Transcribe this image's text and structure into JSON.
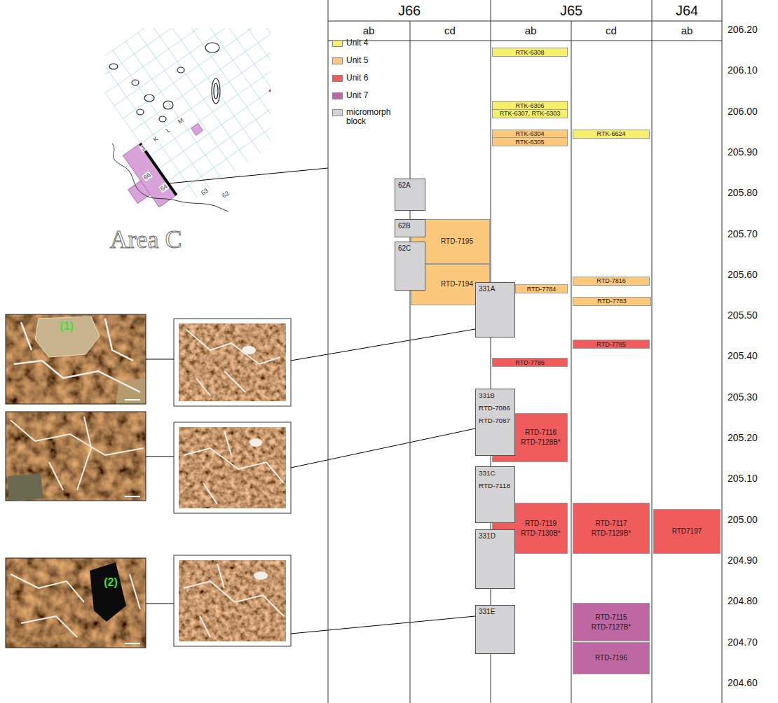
{
  "diagram": {
    "nodes": [
      {
        "text": [
          "RTK-6308"
        ]
      },
      {
        "text": [
          "RTK-6306"
        ]
      },
      {
        "text": [
          "RTK-6307, RTK-6303"
        ]
      },
      {
        "text": [
          "RTK-6304"
        ]
      },
      {
        "text": [
          "RTK-6624"
        ]
      },
      {
        "text": [
          "RTK-6305"
        ]
      },
      {
        "text": [
          "62A"
        ]
      },
      {
        "text": [
          "62B"
        ]
      },
      {
        "text": [
          "RTD-7195"
        ]
      },
      {
        "text": [
          "62C"
        ]
      },
      {
        "text": [
          "RTD-7194"
        ]
      },
      {
        "text": [
          "RTD-7816"
        ]
      },
      {
        "text": [
          "331A"
        ]
      },
      {
        "text": [
          "RTD-7784"
        ]
      },
      {
        "text": [
          "RTD-7783"
        ]
      },
      {
        "text": [
          "RTD-7785"
        ]
      },
      {
        "text": [
          "RTD-7786"
        ]
      },
      {
        "text": [
          "331B",
          "RTD-7086",
          "RTD-7087"
        ]
      },
      {
        "text": [
          "RTD-7116",
          "RTD-7128B*"
        ]
      },
      {
        "text": [
          "331C",
          "RTD-7118"
        ]
      },
      {
        "text": [
          "RTD-7119",
          "RTD-7130B*"
        ]
      },
      {
        "text": [
          "RTD-7117",
          "RTD-7129B*"
        ]
      },
      {
        "text": [
          "RTD7197"
        ]
      },
      {
        "text": [
          "331D"
        ]
      },
      {
        "text": [
          "331E"
        ]
      },
      {
        "text": [
          "RTD-7115",
          "RTD-7127B*"
        ]
      },
      {
        "text": [
          "RTD-7196"
        ]
      }
    ],
    "labels": [
      "J66",
      "J65",
      "J64",
      "ab",
      "cd",
      "ab",
      "cd",
      "ab",
      "206.20",
      "206.10",
      "206.00",
      "205.90",
      "205.80",
      "205.70",
      "205.60",
      "205.50",
      "205.40",
      "205.30",
      "205.20",
      "205.10",
      "205.00",
      "204.90",
      "204.80",
      "204.70",
      "204.60",
      "Area C",
      "J",
      "K",
      "L",
      "M",
      "66",
      "64",
      "63",
      "62",
      "(1)",
      "(2)"
    ],
    "legend": [
      {
        "text": "Unit 4",
        "color": "#f6ef6c"
      },
      {
        "text": "Unit 5",
        "color": "#fcc87c"
      },
      {
        "text": "Unit 6",
        "color": "#f05b5b"
      },
      {
        "text": "Unit 7",
        "color": "#bf67a3"
      },
      {
        "text": "micromorph block",
        "color": "#d3d3d6"
      }
    ]
  }
}
